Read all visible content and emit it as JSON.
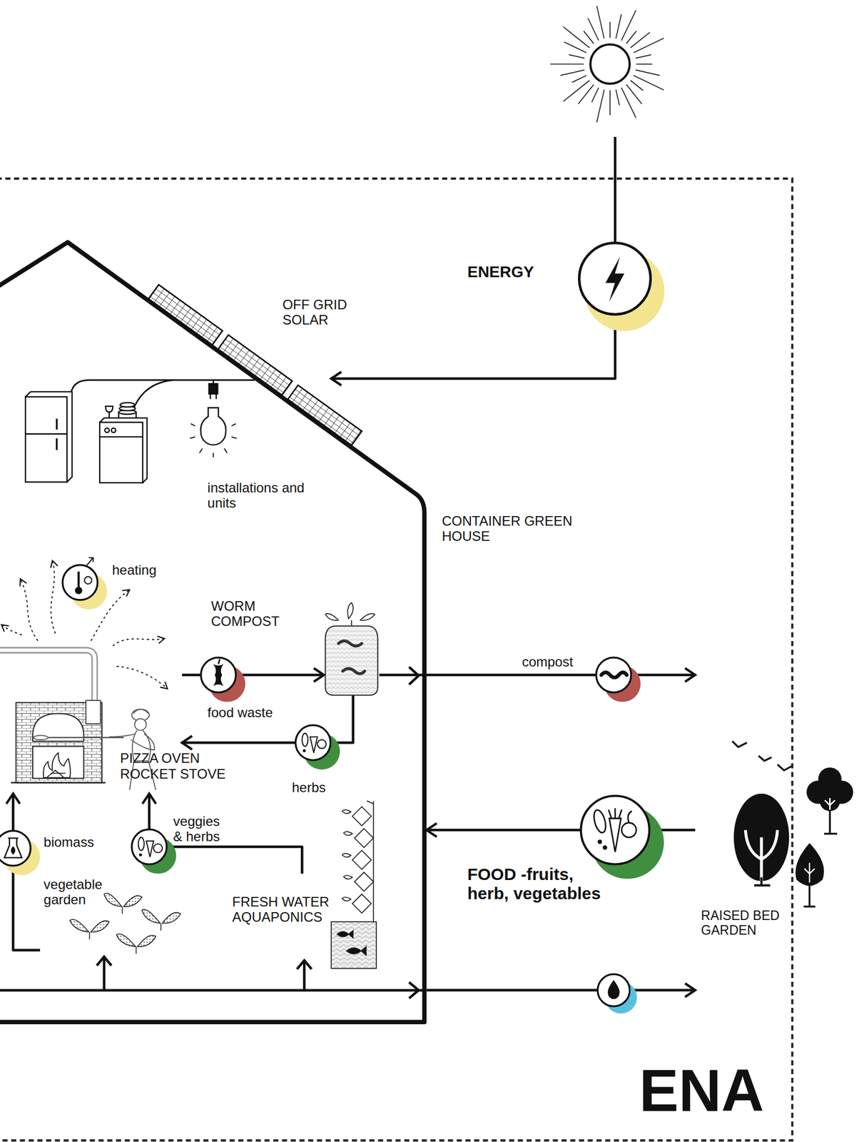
{
  "diagram": {
    "nodes": [
      {
        "text": [
          "ENA"
        ]
      },
      {
        "text": [
          "ENERGY"
        ],
        "in": 0
      },
      {
        "text": [
          "CONTAINER GREEN HOUSE"
        ],
        "in": 0
      },
      {
        "text": [
          "OFF GRID SOLAR"
        ],
        "in": 2
      },
      {
        "text": [
          "WORM COMPOST"
        ],
        "in": 2
      },
      {
        "text": [
          "PIZZA OVEN ROCKET STOVE"
        ],
        "in": 2
      },
      {
        "text": [
          "vegetable garden"
        ],
        "in": 2
      },
      {
        "text": [
          "FRESH WATER AQUAPONICS"
        ],
        "in": 2
      },
      {
        "text": [
          "RAISED BED GARDEN"
        ],
        "in": 0
      }
    ],
    "edges": [
      {
        "from": 1,
        "to": 3,
        "arrow": "to"
      },
      {
        "from": 5,
        "to": 4,
        "label": "food waste",
        "arrow": "to"
      },
      {
        "from": 4,
        "to": 5,
        "label": "herbs",
        "arrow": "to"
      },
      {
        "from": 4,
        "to": 8,
        "label": "compost",
        "arrow": "to"
      },
      {
        "from": 8,
        "to": 2,
        "label": "FOOD -fruits, herb, vegetables",
        "arrow": "to"
      },
      {
        "from": 7,
        "to": 5,
        "label": "veggies & herbs",
        "arrow": "to"
      },
      {
        "from": 6,
        "to": 5,
        "label": "biomass",
        "arrow": "to"
      },
      {
        "from": 2,
        "to": 8,
        "arrow": "to"
      }
    ],
    "labels": [
      "heating",
      "installations and units"
    ]
  }
}
